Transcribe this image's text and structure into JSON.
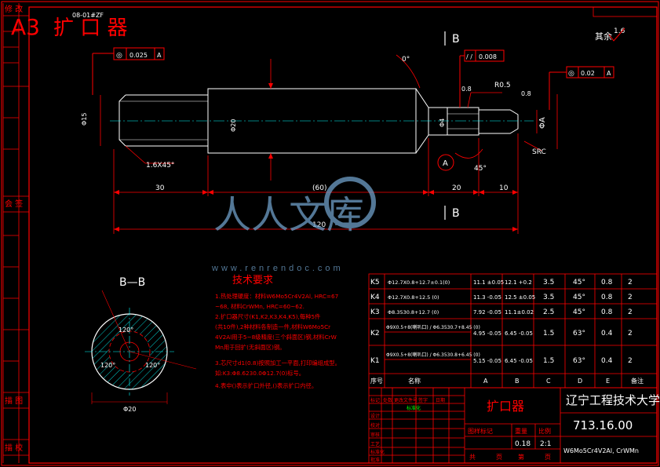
{
  "sheet": {
    "size_label": "A3",
    "title_red": "扩 口 器",
    "drawing_code_top": "08-01#ZF",
    "margin_labels": [
      "修 改",
      "会 签",
      "描 图",
      "描 校"
    ]
  },
  "drawing": {
    "section_mark": "B",
    "section_title": "B—B",
    "detail_mark": "A",
    "roughness_label": "其余",
    "roughness_value": "1.6",
    "tolerances": [
      {
        "symbol": "◎",
        "value": "0.025",
        "datum": "A"
      },
      {
        "symbol": "/ /",
        "value": "0.008",
        "datum": ""
      },
      {
        "symbol": "◎",
        "value": "0.02",
        "datum": "A"
      }
    ],
    "dimensions": {
      "d1": "30",
      "d2": "(60)",
      "d3": "20",
      "d4": "10",
      "d_total": "120",
      "chamfer": "1.6X45°",
      "angle1": "0°",
      "angle2": "45°",
      "radius": "R0.5",
      "rough1": "0.8",
      "rough2": "0.8",
      "dia_left": "Φ15",
      "dia_mid": "Φ20",
      "dia_right": "Φ4",
      "dia_tip": "ΦA",
      "sr": "SRC",
      "sec_dim": "Φ20",
      "ang120a": "120°",
      "ang120b": "120°",
      "ang120c": "120°"
    }
  },
  "requirements": {
    "title": "技术要求",
    "lines": [
      "1.热处理硬度：材料W6Mo5Cr4V2Al, HRC=67",
      "  ~68, 材料CrWMn, HRC=60~62.",
      "2.扩口器尺寸(K1,K2,K3,K4,K5),每种5件",
      "  (共10件),2种材料各制造一件,材料W6Mo5Cr",
      "  4V2Al用于5~8级精度(三个斜面区)钢,材料CrW",
      "  Mn用于回扩(无斜面区)钢。",
      "3.芯尺寸d1(0.8)按照加工一平面,打印编组成型。",
      "  如:K3:Φ8.6230.0Φ12.7(0)标号。",
      "4.表中()表示扩口外径,()表示扩口内径。"
    ]
  },
  "param_table": {
    "header": [
      "序号",
      "名称",
      "",
      "A",
      "B",
      "C",
      "D",
      "E",
      "备注"
    ],
    "rows": [
      {
        "id": "K5",
        "desc": "Φ12.7X0.8+12.7±0.1(0)",
        "A": "11.1 ±0.05",
        "B": "12.1 +0.2",
        "C": "3.5",
        "D": "45°",
        "E": "0.8",
        "F": "2"
      },
      {
        "id": "K4",
        "desc": "Φ12.7X0.8+12.5 (0)",
        "A": "11.3 -0.05",
        "B": "12.5 ±0.05",
        "C": "3.5",
        "D": "45°",
        "E": "0.8",
        "F": "2"
      },
      {
        "id": "K3",
        "desc": "Φ8.3530.8+12.7 (0)",
        "A": "7.92 -0.05",
        "B": "11.1±0.02",
        "C": "2.5",
        "D": "45°",
        "E": "0.8",
        "F": "2"
      },
      {
        "id": "K2",
        "desc": "Φ9X0.5+8(喇叭口) / Φ6.3530.7+8.45 (0)",
        "A": "4.95 -0.05",
        "B": "6.45 -0.05",
        "C": "1.5",
        "D": "63°",
        "E": "0.4",
        "F": "2"
      },
      {
        "id": "K1",
        "desc": "Φ9X0.5+8(喇叭口) / Φ6.3530.8+6.45 (0)",
        "A": "5.15 -0.05",
        "B": "6.45 -0.05",
        "C": "1.5",
        "D": "63°",
        "E": "0.4",
        "F": "2"
      }
    ]
  },
  "title_block": {
    "part_name": "扩口器",
    "school": "辽宁工程技术大学",
    "drawing_no": "713.16.00",
    "material": "W6Mo5Cr4V2Al, CrWMn",
    "scale": "2:1",
    "weight": "0.18",
    "labels": [
      "图样标记",
      "重量",
      "比例"
    ],
    "sheet_labels": [
      "共",
      "页",
      "第",
      "页"
    ],
    "revision_labels": [
      "标记",
      "处数",
      "更改文件号",
      "签字",
      "日期"
    ],
    "roles": [
      "设计",
      "校对",
      "审核",
      "工艺",
      "标准化",
      "批准"
    ],
    "green_text": "标准化"
  },
  "watermark": {
    "text": "人人文库",
    "url": "www.renrendoc.com"
  },
  "colors": {
    "background": "#000000",
    "frame": "#ff0000",
    "lines": "#ffffff",
    "center": "#00ffff",
    "hatch": "#00ffff",
    "green": "#00ff00",
    "watermark": "#6f9fc8"
  }
}
